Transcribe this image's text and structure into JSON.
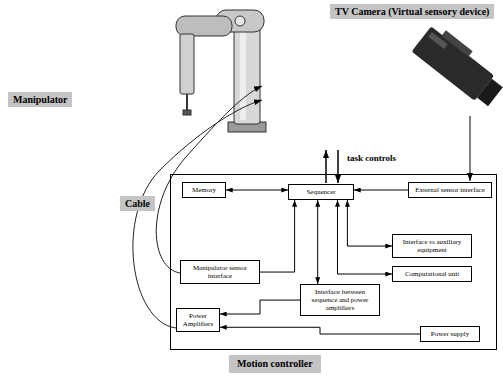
{
  "diagram": {
    "nodes": [
      {
        "text": [
          "Motion controller"
        ]
      },
      {
        "text": [
          "Memory"
        ],
        "in": 0
      },
      {
        "text": [
          "Sequencer"
        ],
        "in": 0
      },
      {
        "text": [
          "External sensor interface"
        ],
        "in": 0
      },
      {
        "text": [
          "Interface to auxiliary equipment"
        ],
        "in": 0
      },
      {
        "text": [
          "Computational unit"
        ],
        "in": 0
      },
      {
        "text": [
          "Manipulator sensor interface"
        ],
        "in": 0
      },
      {
        "text": [
          "Interface between sequence and power amplifiers"
        ],
        "in": 0
      },
      {
        "text": [
          "Power Amplifiers"
        ],
        "in": 0
      },
      {
        "text": [
          "Power supply"
        ],
        "in": 0
      }
    ],
    "edges": [
      {
        "from": 1,
        "to": 2,
        "arrow": "both"
      },
      {
        "from": 3,
        "to": 2,
        "arrow": "to"
      },
      {
        "from": 2,
        "to": 4,
        "arrow": "both"
      },
      {
        "from": 2,
        "to": 5,
        "arrow": "both"
      },
      {
        "from": 6,
        "to": 2,
        "arrow": "to"
      },
      {
        "from": 2,
        "to": 7,
        "arrow": "both"
      },
      {
        "from": 7,
        "to": 8,
        "arrow": "to"
      },
      {
        "from": 9,
        "to": 8,
        "arrow": "to"
      }
    ],
    "labels": [
      "TV Camera (Virtual sensory device)",
      "Manipulator",
      "task controls",
      "Cable"
    ]
  }
}
